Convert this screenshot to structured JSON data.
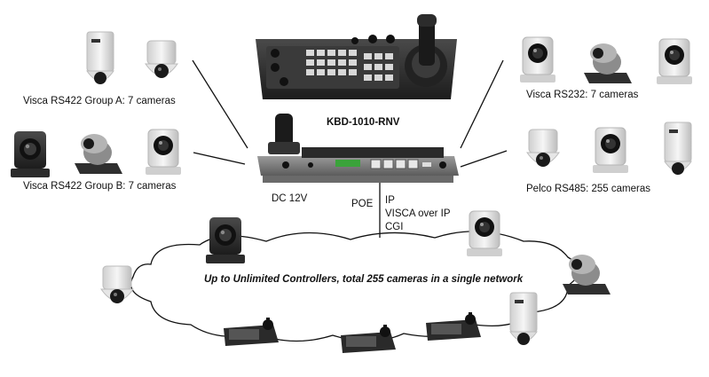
{
  "labels": {
    "group_a": "Visca RS422 Group A: 7 cameras",
    "group_b": "Visca RS422 Group B: 7 cameras",
    "rs232": "Visca RS232: 7 cameras",
    "pelco": "Pelco RS485: 255 cameras",
    "model": "KBD-1010-RNV",
    "dc": "DC 12V",
    "poe": "POE",
    "ip": "IP",
    "visca_ip": "VISCA over IP",
    "cgi": "CGI",
    "network": "Up to Unlimited Controllers, total 255 cameras in a single network"
  },
  "colors": {
    "device_dark": "#2a2a2a",
    "device_mid": "#5a5a5a",
    "camera_white": "#e9e9e9",
    "line": "#111111",
    "led_green": "#3aa33a"
  },
  "icons": [
    "ptz-camera-icon",
    "dome-camera-icon",
    "keyboard-controller-icon",
    "cloud-network-icon"
  ]
}
